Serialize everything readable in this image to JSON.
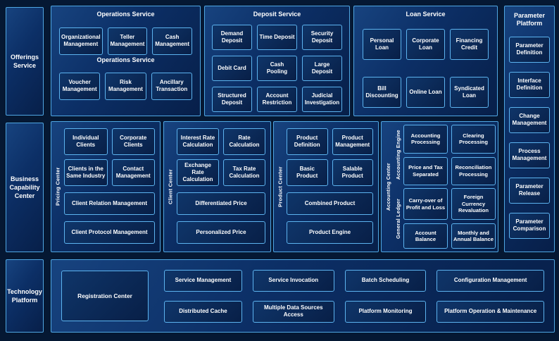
{
  "colors": {
    "page_bg": "#051833",
    "panel_bg": "#0c2f66",
    "panel_border": "#4fa7e3",
    "box_border": "#5cb3ef",
    "text": "#ffffff"
  },
  "rail": {
    "offerings": "Offerings Service",
    "business": "Business Capability Center",
    "technology": "Technology Platform"
  },
  "operations": {
    "title": "Operations Service",
    "watermark": "Operations Service",
    "row1": [
      "Organizational Management",
      "Teller Management",
      "Cash Management"
    ],
    "row2": [
      "Voucher Management",
      "Risk Management",
      "Ancillary Transaction"
    ]
  },
  "deposit": {
    "title": "Deposit Service",
    "items": [
      "Demand Deposit",
      "Time Deposit",
      "Security Deposit",
      "Debit Card",
      "Cash Pooling",
      "Large Deposit",
      "Structured Deposit",
      "Account Restriction",
      "Judicial Investigation"
    ]
  },
  "loan": {
    "title": "Loan Service",
    "row1": [
      "Personal Loan",
      "Corporate Loan",
      "Financing Credit"
    ],
    "row2": [
      "Bill Discounting",
      "Online Loan",
      "Syndicated Loan"
    ]
  },
  "parameter": {
    "title": "Parameter Platform",
    "items": [
      "Parameter Definition",
      "Interface Definition",
      "Change Management",
      "Process Management",
      "Parameter Release",
      "Parameter Comparison"
    ]
  },
  "pricing": {
    "label": "Pricing Center",
    "small": [
      "Individual Clients",
      "Corporate Clients",
      "Clients in the Same Industry",
      "Contact Management"
    ],
    "wide": [
      "Client Relation Management",
      "Client Protocol Management"
    ]
  },
  "client": {
    "label": "Client Center",
    "small": [
      "Interest Rate Calculation",
      "Rate Calculation",
      "Exchange Rate Calculation",
      "Tax Rate Calculation"
    ],
    "wide": [
      "Differentiated Price",
      "Personalized Price"
    ]
  },
  "product": {
    "label": "Product Center",
    "small": [
      "Product Definition",
      "Product Management",
      "Basic Product",
      "Salable Product"
    ],
    "wide": [
      "Combined Product",
      "Product Engine"
    ]
  },
  "accounting": {
    "label": "Accounting Center",
    "engine": {
      "label": "Accounting Engine",
      "items": [
        "Accounting Processing",
        "Clearing Processing",
        "Price and Tax Separated",
        "Reconciliation Processing"
      ]
    },
    "ledger": {
      "label": "General Ledger",
      "items": [
        "Carry-over of Profit and Loss",
        "Foreign Currency Revaluation",
        "Account Balance",
        "Monthly and Annual Balance"
      ]
    }
  },
  "technology": {
    "registration": "Registration Center",
    "row1": [
      "Service Management",
      "Service Invocation",
      "Batch Scheduling",
      "Configuration Management"
    ],
    "row2": [
      "Distributed Cache",
      "Multiple Data Sources Access",
      "Platform Monitoring",
      "Platform Operation & Maintenance"
    ]
  }
}
